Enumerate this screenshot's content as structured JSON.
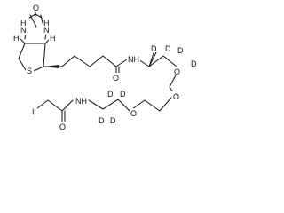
{
  "molecule": {
    "structure_type": "skeletal formula",
    "atom_labels": {
      "urea_oxygen": "O",
      "urea_nh_top_left": "H",
      "urea_n_left": "N",
      "urea_nh_top_right": "H",
      "urea_n_right": "N",
      "ring_h_left": "H",
      "ring_h_right": "H",
      "thio_sulfur": "S",
      "amide_oxygen_top": "O",
      "amide_nh_upper": "NH",
      "deuterium_upper_1": "D",
      "deuterium_upper_2": "D",
      "deuterium_upper_3": "D",
      "deuterium_upper_4": "D",
      "ether_oxygen_1": "O",
      "ether_oxygen_2": "O",
      "ether_oxygen_3": "O",
      "deuterium_lower_1": "D",
      "deuterium_lower_2": "D",
      "deuterium_lower_3": "D",
      "deuterium_lower_4": "D",
      "iodine": "I",
      "amide_nh_lower": "NH",
      "amide_oxygen_bottom": "O"
    }
  }
}
